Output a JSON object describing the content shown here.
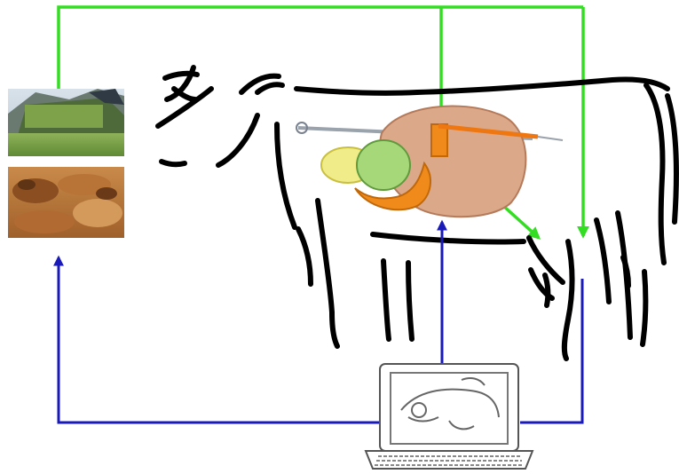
{
  "diagram": {
    "colors": {
      "feed_flow": "#33dd22",
      "data_flow": "#1a1ab8",
      "outline": "#000000",
      "rumen": "#dba88a",
      "reticulum": "#f08a1a",
      "abomasum": "#a6d87a",
      "omasum": "#f1ec8a",
      "probe": "#ee7711"
    },
    "icons": {
      "feed_silage": "silage-pile-photo",
      "feed_concentrate": "concentrate-pile-photo",
      "animal": "cow-outline",
      "organ": "stomach-compartments",
      "computer": "laptop-icon"
    },
    "arrows": [
      {
        "from": "feed",
        "to": "rumen",
        "kind": "feed_flow"
      },
      {
        "from": "feed",
        "to": "udder",
        "kind": "feed_flow"
      },
      {
        "from": "rumen",
        "to": "udder",
        "kind": "feed_flow"
      },
      {
        "from": "computer",
        "to": "feed",
        "kind": "data_flow"
      },
      {
        "from": "computer",
        "to": "rumen",
        "kind": "data_flow"
      },
      {
        "from": "computer",
        "to": "udder",
        "kind": "data_flow"
      }
    ]
  }
}
